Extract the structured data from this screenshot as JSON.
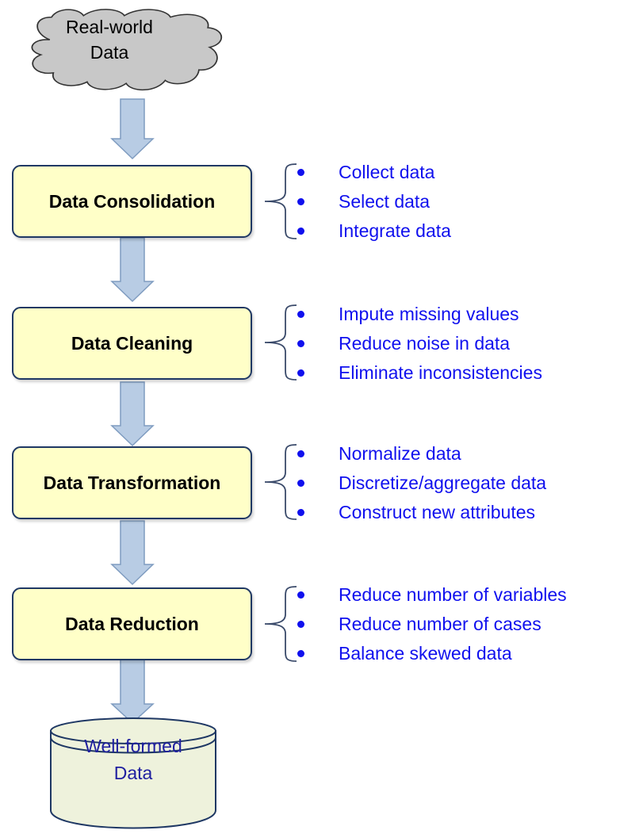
{
  "source": {
    "label_line1": "Real-world",
    "label_line2": "Data"
  },
  "stages": [
    {
      "title": "Data Consolidation",
      "items": [
        "Collect data",
        "Select data",
        "Integrate data"
      ]
    },
    {
      "title": "Data Cleaning",
      "items": [
        "Impute missing values",
        "Reduce noise in data",
        "Eliminate inconsistencies"
      ]
    },
    {
      "title": "Data Transformation",
      "items": [
        "Normalize data",
        "Discretize/aggregate data",
        "Construct new attributes"
      ]
    },
    {
      "title": "Data Reduction",
      "items": [
        "Reduce number of variables",
        "Reduce number of cases",
        "Balance skewed data"
      ]
    }
  ],
  "output": {
    "label_line1": "Well-formed",
    "label_line2": "Data"
  },
  "colors": {
    "box_fill": "#ffffc8",
    "box_border": "#1f3864",
    "bullet_text": "#1010ee",
    "arrow_fill": "#b8cce4",
    "cloud_fill": "#c8c8c8",
    "cylinder_fill": "#eef2dc"
  }
}
